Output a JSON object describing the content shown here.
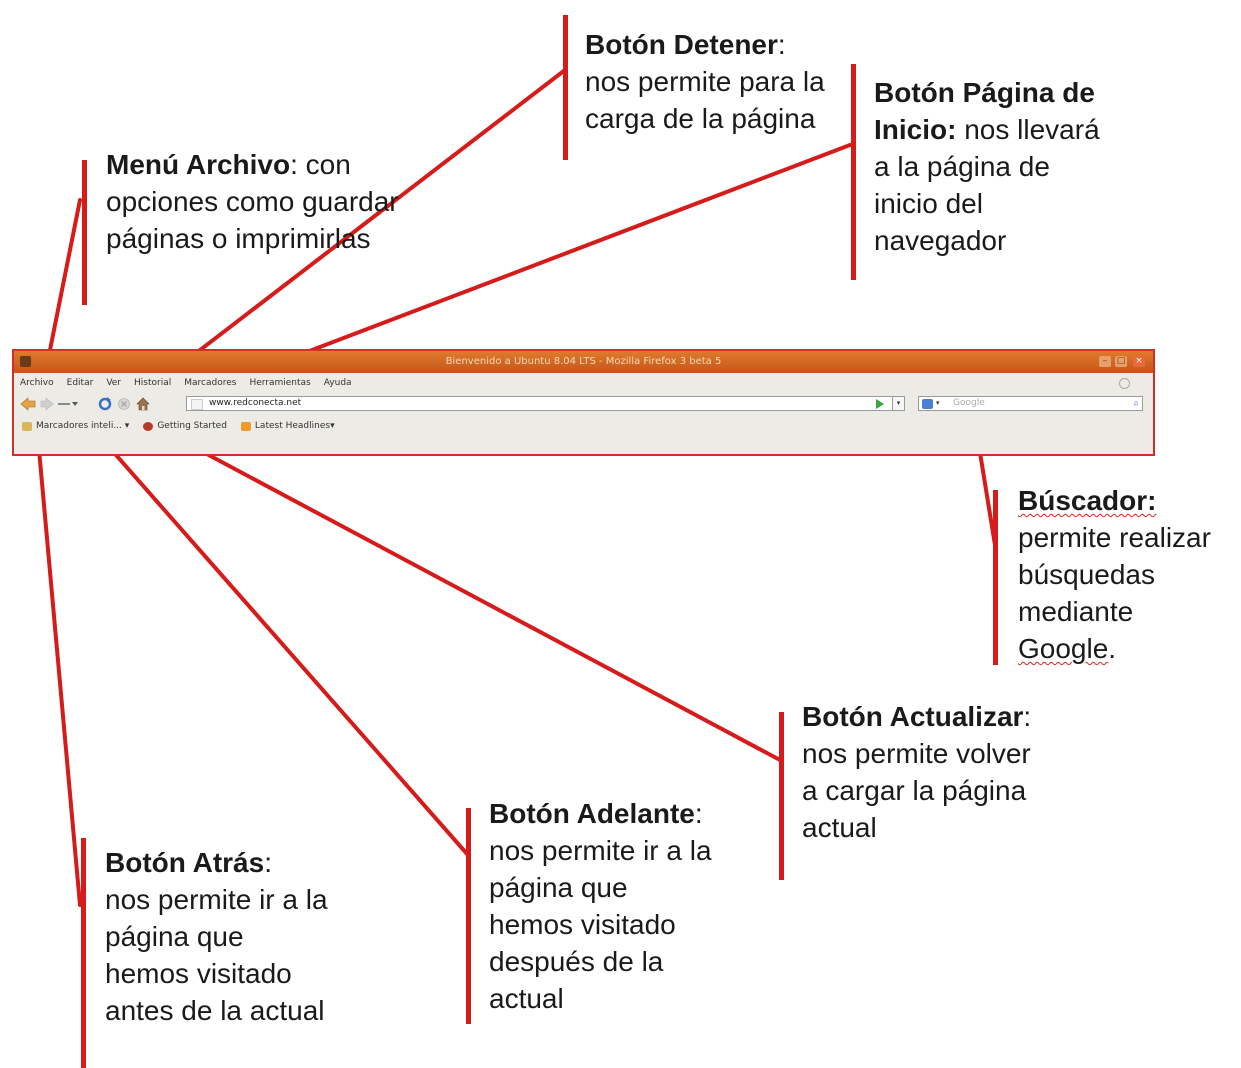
{
  "browser": {
    "window_title": "Bienvenido a Ubuntu 8.04 LTS - Mozilla Firefox 3 beta 5",
    "menu": [
      "Archivo",
      "Editar",
      "Ver",
      "Historial",
      "Marcadores",
      "Herramientas",
      "Ayuda"
    ],
    "url": "www.redconecta.net",
    "search_placeholder": "Google",
    "bookmarks": [
      "Marcadores inteli...",
      "Getting Started",
      "Latest Headlines"
    ],
    "bookmark_dropdown": "▾",
    "icons": [
      "back-icon",
      "forward-icon",
      "history-dropdown-icon",
      "reload-icon",
      "stop-icon",
      "home-icon",
      "go-icon",
      "search-icon"
    ]
  },
  "callouts": {
    "archivo": {
      "title": "Menú Archivo",
      "sep": ":",
      "text": " con opciones como guardar páginas o imprimirlas"
    },
    "detener": {
      "title": "Botón Detener",
      "sep": ":",
      "text": "nos permite para la carga de la página"
    },
    "inicio": {
      "title": "Botón Página de Inicio:",
      "text": " nos llevará a la página de inicio del navegador"
    },
    "buscador": {
      "title": "Búscador:",
      "text": "permite realizar búsquedas mediante",
      "last": "Google",
      "end": "."
    },
    "actualizar": {
      "title": "Botón Actualizar",
      "sep": ":",
      "text": " nos permite volver a cargar la página actual"
    },
    "adelante": {
      "title": "Botón Adelante",
      "sep": ":",
      "text": "nos permite ir a la página que hemos visitado después de la actual"
    },
    "atras": {
      "title": "Botón Atrás",
      "sep": ":",
      "text": "nos permite ir a la página que hemos visitado antes de la actual"
    }
  },
  "colors": {
    "annotation_red": "#d61b1b",
    "titlebar_orange": "#d8692a"
  }
}
